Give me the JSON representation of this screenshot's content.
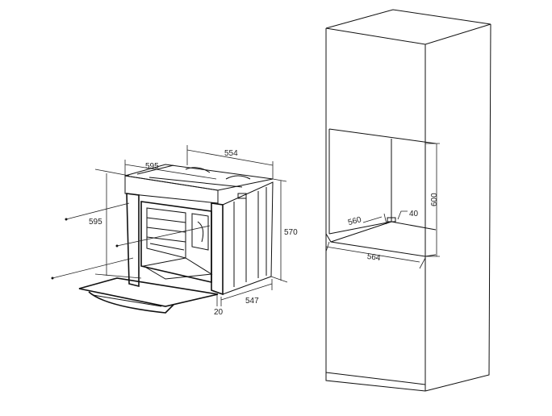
{
  "oven": {
    "dimensions": {
      "top_width": "554",
      "front_width": "595",
      "front_height": "595",
      "side_height": "570",
      "depth": "547",
      "panel_thickness": "20"
    }
  },
  "cabinet": {
    "dimensions": {
      "niche_depth": "560",
      "vent_gap": "40",
      "niche_height": "600",
      "niche_width": "564"
    }
  }
}
